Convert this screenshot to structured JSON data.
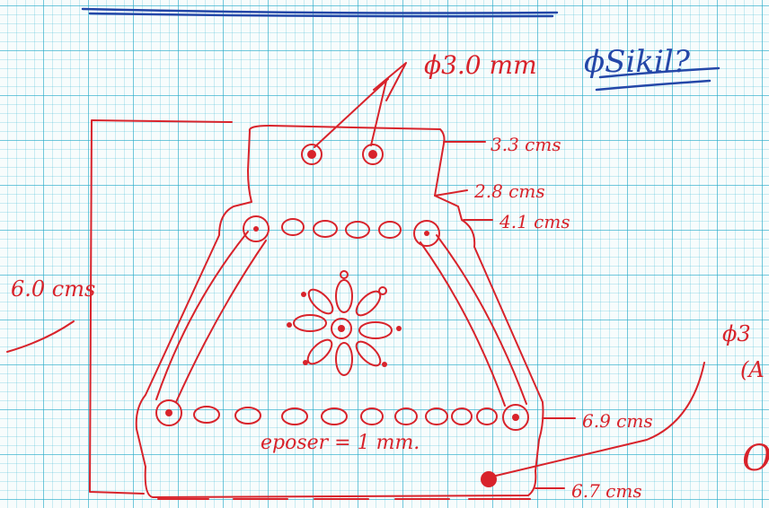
{
  "labels": {
    "hole_diameter": "ϕ3.0 mm",
    "dim_top_holes": "3.3 cms",
    "dim_neck": "2.8 cms",
    "dim_upper_row": "4.1 cms",
    "dim_lower_row": "6.9 cms",
    "dim_bottom": "6.7 cms",
    "height": "6.0 cms",
    "sikil": "ϕSikil?",
    "right_partial": "ϕ3",
    "right_paren": "(A",
    "right_o": "O",
    "note": "eposer = 1 mm."
  },
  "colors": {
    "ink_red": "#d8232b",
    "ink_blue": "#2447a8",
    "grid": "#28aac8"
  }
}
